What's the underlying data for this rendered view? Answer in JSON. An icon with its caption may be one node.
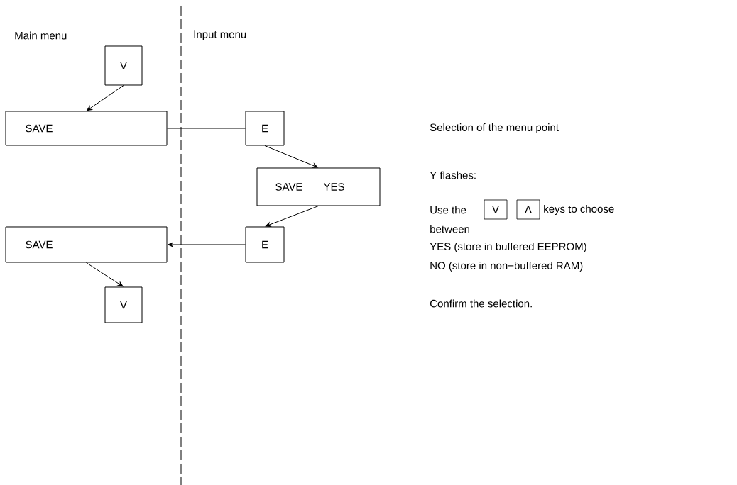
{
  "diagram": {
    "nodes": [
      {
        "text": [
          "V"
        ]
      },
      {
        "text": [
          "SAVE"
        ]
      },
      {
        "text": [
          "E"
        ]
      },
      {
        "text": [
          "SAVE",
          "YES"
        ]
      },
      {
        "text": [
          "E"
        ]
      },
      {
        "text": [
          "SAVE"
        ]
      },
      {
        "text": [
          "V"
        ]
      },
      {
        "text": [
          "V"
        ]
      },
      {
        "text": [
          "Λ"
        ]
      }
    ],
    "edges": [
      {
        "from": 0,
        "to": 1,
        "arrow": "to"
      },
      {
        "from": 1,
        "to": 2,
        "arrow": "none"
      },
      {
        "from": 2,
        "to": 3,
        "arrow": "to"
      },
      {
        "from": 3,
        "to": 4,
        "arrow": "to"
      },
      {
        "from": 4,
        "to": 5,
        "arrow": "to"
      },
      {
        "from": 5,
        "to": 6,
        "arrow": "to"
      }
    ],
    "labels": [
      "Main menu",
      "Input menu",
      "Selection of the menu point",
      "Y flashes:",
      "Use the",
      "keys to choose",
      "between",
      "YES (store in buffered EEPROM)",
      "NO  (store in non−buffered RAM)",
      "Confirm the selection."
    ]
  }
}
